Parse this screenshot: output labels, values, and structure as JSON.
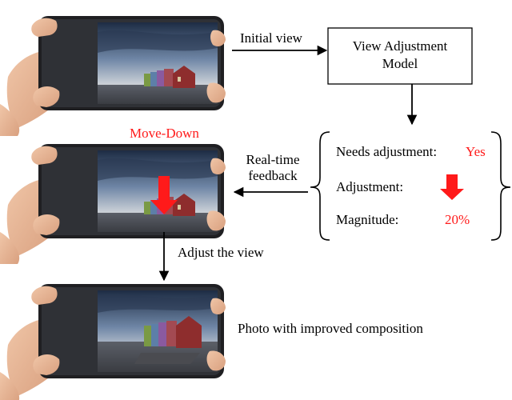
{
  "labels": {
    "initial_view": "Initial view",
    "model_line1": "View Adjustment",
    "model_line2": "Model",
    "realtime_line1": "Real-time",
    "realtime_line2": "feedback",
    "move_down": "Move-Down",
    "adjust_view": "Adjust the view",
    "improved": "Photo with improved composition"
  },
  "output": {
    "needs_label": "Needs adjustment:",
    "needs_value": "Yes",
    "adjustment_label": "Adjustment:",
    "adjustment_icon": "down-arrow-icon",
    "magnitude_label": "Magnitude:",
    "magnitude_value": "20%"
  },
  "colors": {
    "accent_red": "#ff1a1a",
    "skin": "#e8b99a",
    "phone_body": "#222222"
  }
}
